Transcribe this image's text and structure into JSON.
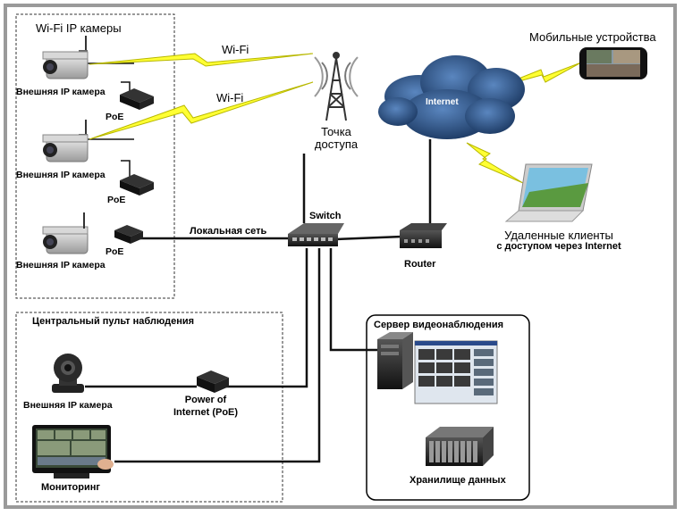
{
  "groups": {
    "wifi_cameras_title": "Wi-Fi IP камеры",
    "central_console_title": "Центральный пульт наблюдения",
    "server_title": "Сервер видеонаблюдения"
  },
  "cameras": [
    {
      "label": "Внешняя IP камера",
      "poe": "PoE"
    },
    {
      "label": "Внешняя IP камера",
      "poe": "PoE"
    },
    {
      "label": "Внешняя IP камера",
      "poe": "PoE"
    }
  ],
  "links": {
    "wifi_1": "Wi-Fi",
    "wifi_2": "Wi-Fi",
    "lan": "Локальная сеть"
  },
  "access_point": {
    "line1": "Точка",
    "line2": "доступа"
  },
  "switch_label": "Switch",
  "router_label": "Router",
  "internet_label": "Internet",
  "mobile_label": "Мобильные устройства",
  "remote_clients": {
    "line1": "Удаленные клиенты",
    "line2": "с доступом через Internet"
  },
  "central": {
    "camera_label": "Внешняя IP камера",
    "poe_line1": "Power of",
    "poe_line2": "Internet (PoE)",
    "monitor_label": "Мониторинг"
  },
  "storage_label": "Хранилище данных",
  "colors": {
    "frame": "#9a9a9a",
    "lightning": "#ffff33",
    "cloud": "#1f3f6e",
    "cable": "#111111"
  }
}
